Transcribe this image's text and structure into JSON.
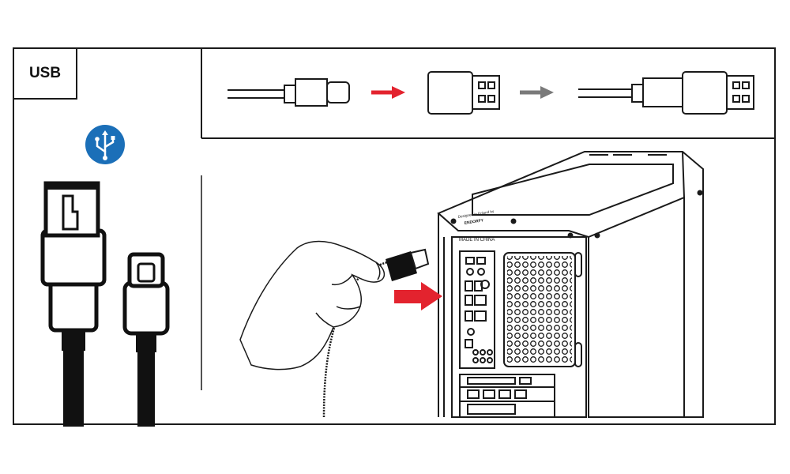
{
  "badge": {
    "label": "USB"
  },
  "case_labels": {
    "made_in": "MADE IN CHINA",
    "brand": "ENDORFY"
  },
  "colors": {
    "usb_icon": "#1b6fb8",
    "insert_arrow": "#e3232e",
    "result_arrow": "#7a7a7a",
    "line": "#1a1a1a"
  },
  "icons": [
    "usb-symbol-icon",
    "arrow-right-icon"
  ]
}
